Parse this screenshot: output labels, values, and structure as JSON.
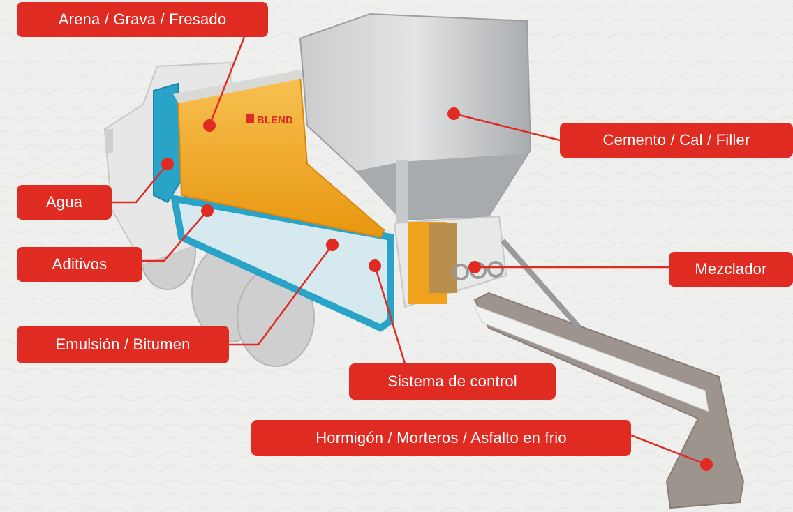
{
  "diagram": {
    "labels": {
      "arena": "Arena / Grava / Fresado",
      "cemento": "Cemento / Cal / Filler",
      "agua": "Agua",
      "aditivos": "Aditivos",
      "mezclador": "Mezclador",
      "emulsion": "Emulsión / Bitumen",
      "control": "Sistema de control",
      "hormigon": "Hormigón / Morteros / Asfalto en frio"
    },
    "logo_text": "BLEND",
    "colors": {
      "callout": "#df2b22",
      "aggregate_hopper": "#f3a51c",
      "water_tank": "#2aa3c9",
      "steel": "#b9bcbf",
      "background": "#efefed"
    }
  }
}
